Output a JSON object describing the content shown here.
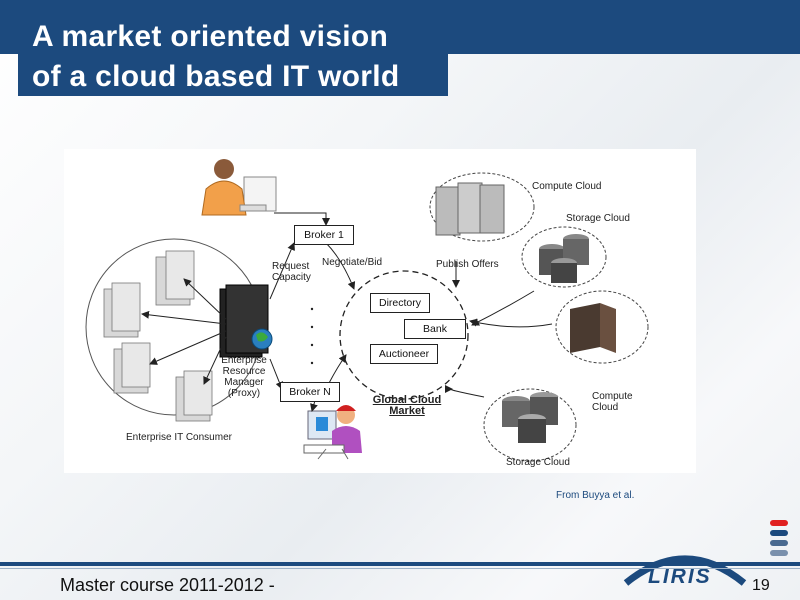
{
  "slide": {
    "title_line1": "A market oriented vision",
    "title_line2": "of a cloud based IT world",
    "credit": "From Buyya et al.",
    "footer_text": "Master course 2011-2012 -",
    "page_number": "19",
    "logo_text": "LIRIS"
  },
  "diagram": {
    "enterprise_label": "Enterprise IT Consumer",
    "proxy_label_1": "Enterprise",
    "proxy_label_2": "Resource",
    "proxy_label_3": "Manager",
    "proxy_label_4": "(Proxy)",
    "request_1": "Request",
    "request_2": "Capacity",
    "broker_1": "Broker 1",
    "broker_n": "Broker N",
    "negotiate": "Negotiate/Bid",
    "publish": "Publish Offers",
    "directory": "Directory",
    "bank": "Bank",
    "auctioneer": "Auctioneer",
    "market_1": "Global Cloud",
    "market_2": "Market",
    "compute_cloud_top": "Compute Cloud",
    "storage_cloud_top": "Storage Cloud",
    "compute_cloud_right_1": "Compute",
    "compute_cloud_right_2": "Cloud",
    "storage_cloud_bottom": "Storage Cloud",
    "dots": "·"
  },
  "colors": {
    "brand_blue": "#1c4a7e",
    "logo_red": "#e02020"
  }
}
